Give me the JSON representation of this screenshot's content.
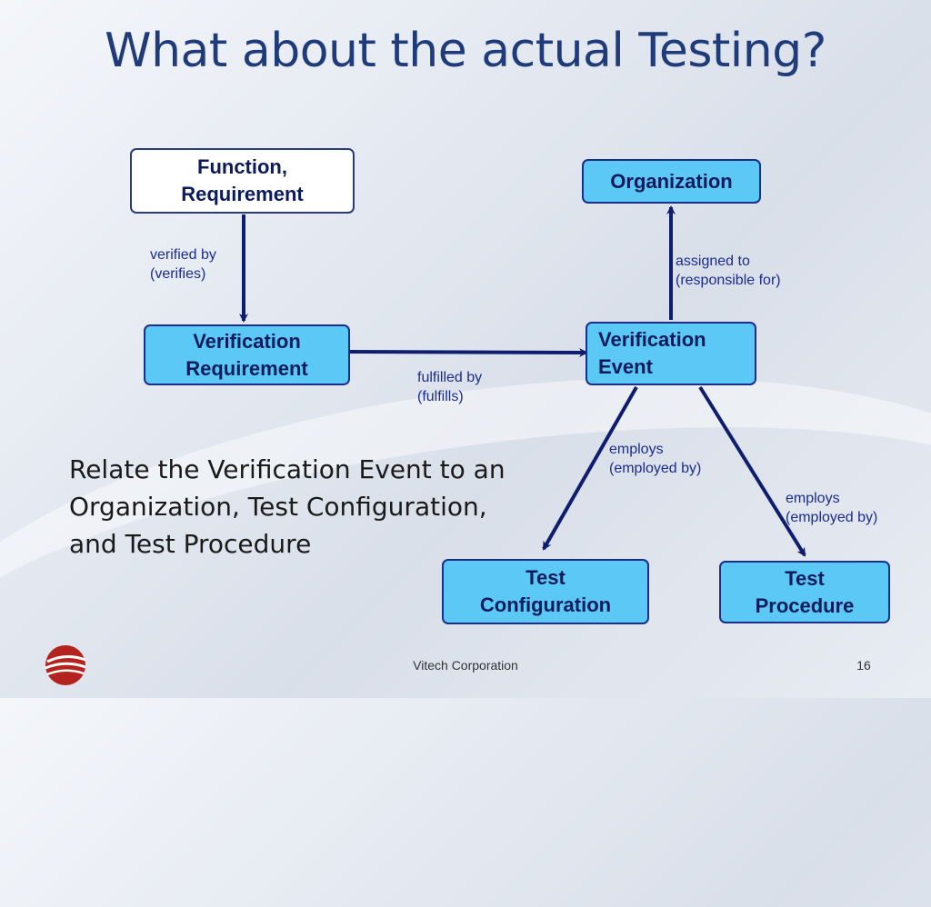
{
  "slide": {
    "title": "What about the actual Testing?",
    "body_text": "Relate the Verification Event to an\nOrganization, Test Configuration,\nand Test Procedure",
    "footer_company": "Vitech Corporation",
    "page_number": "16"
  },
  "nodes": {
    "function_requirement": "Function,\nRequirement",
    "organization": "Organization",
    "verification_requirement": "Verification\nRequirement",
    "verification_event": "Verification\nEvent",
    "test_configuration": "Test\nConfiguration",
    "test_procedure": "Test\nProcedure"
  },
  "edges": {
    "verified_by": "verified by\n(verifies)",
    "assigned_to": "assigned to\n(responsible for)",
    "fulfilled_by": "fulfilled by\n(fulfills)",
    "employs_configuration": "employs\n(employed by)",
    "employs_procedure": "employs\n(employed by)"
  },
  "colors": {
    "node_fill": "#5bc8f6",
    "node_border": "#1b2f8a",
    "arrow": "#0f1d6e",
    "title": "#1f3b7a",
    "logo": "#b5231f"
  }
}
